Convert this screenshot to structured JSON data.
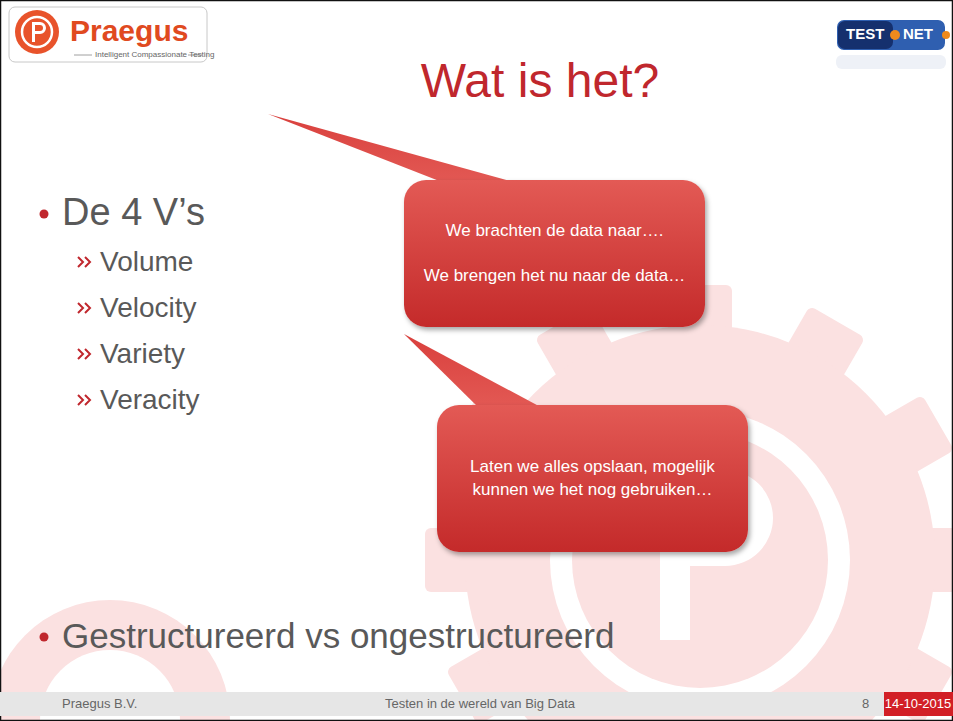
{
  "diagram": {
    "title": "Wat is het?",
    "nodes": [
      {
        "text": [
          "We brachten de data naar….",
          "We brengen het nu naar de data…"
        ]
      },
      {
        "text": [
          "Laten we alles opslaan, mogelijk kunnen we het nog gebruiken…"
        ]
      }
    ],
    "labels": [
      "Praegus",
      "Intelligent Compassionate Testing",
      "TEST",
      "NET",
      "De 4 V’s",
      "Volume",
      "Velocity",
      "Variety",
      "Veracity",
      "Gestructureerd vs ongestructureerd",
      "Praegus B.V.",
      "Testen in de wereld van Big Data",
      "8",
      "14-10-2015"
    ]
  }
}
